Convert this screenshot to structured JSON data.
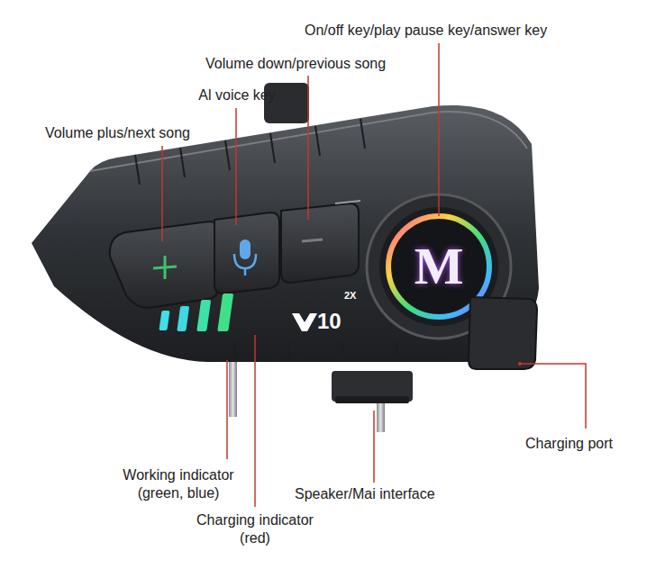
{
  "diagram": {
    "labels": [
      "On/off key/play pause key/answer key",
      "Volume down/previous song",
      "Al voice key",
      "Volume plus/next song",
      "M",
      "2X",
      "10",
      "Charging port",
      "Working indicator (green, blue)",
      "Speaker/Mai interface",
      "Charging indicator (red)"
    ]
  }
}
